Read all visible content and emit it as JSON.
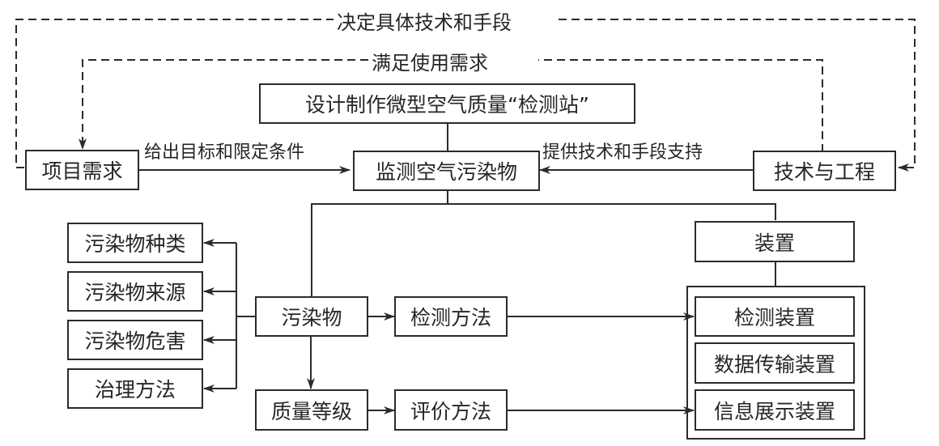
{
  "feedback_loops": {
    "outer": "决定具体技术和手段",
    "inner": "满足使用需求"
  },
  "top_box": "设计制作微型空气质量“检测站”",
  "project_needs": "项目需求",
  "core": "监测空气污染物",
  "tech_engineering": "技术与工程",
  "edge_labels": {
    "needs_to_core": "给出目标和限定条件",
    "tech_to_core": "提供技术和手段支持"
  },
  "pollutant_details": [
    "污染物种类",
    "污染物来源",
    "污染物危害",
    "治理方法"
  ],
  "pollutant": "污染物",
  "quality_level": "质量等级",
  "detection_method": "检测方法",
  "evaluation_method": "评价方法",
  "device": "装置",
  "device_parts": [
    "检测装置",
    "数据传输装置",
    "信息展示装置"
  ]
}
